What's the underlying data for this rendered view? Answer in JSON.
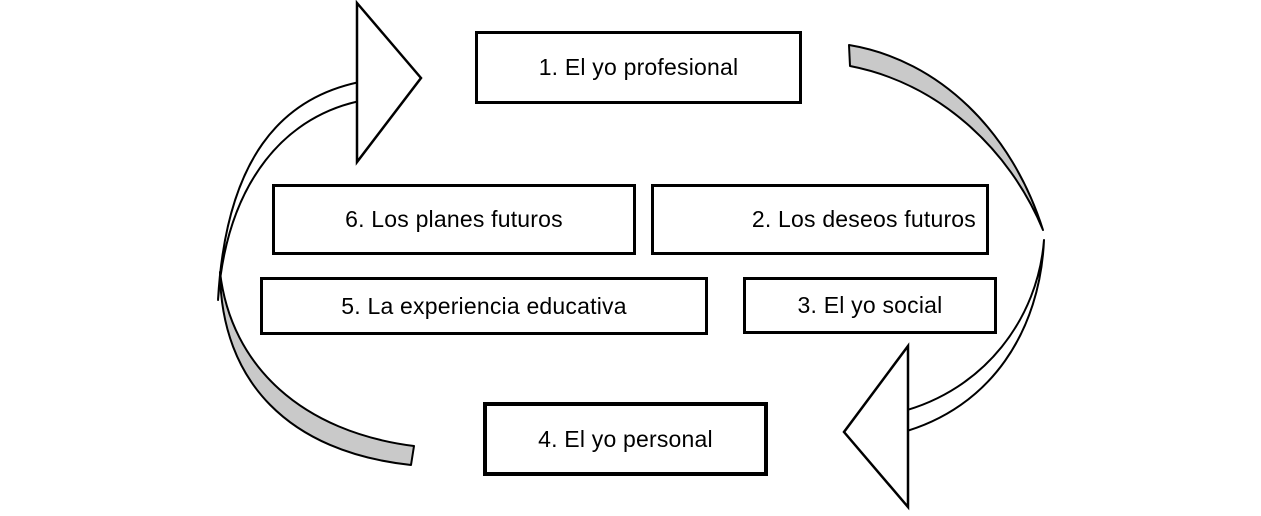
{
  "diagram": {
    "description": "Circular flow diagram of six self/future dimensions connected by two curved cycle arrows",
    "boxes": [
      {
        "id": "1",
        "label": "1. El yo profesional"
      },
      {
        "id": "2",
        "label": "2. Los deseos futuros"
      },
      {
        "id": "3",
        "label": "3. El yo social"
      },
      {
        "id": "4",
        "label": "4. El yo personal"
      },
      {
        "id": "5",
        "label": "5. La experiencia educativa"
      },
      {
        "id": "6",
        "label": "6. Los planes futuros"
      }
    ],
    "arrows": [
      {
        "name": "left-cycle-arrow",
        "direction": "up-right toward box 1"
      },
      {
        "name": "right-cycle-arrow",
        "direction": "down-left toward box 4"
      }
    ],
    "colors": {
      "background": "#ffffff",
      "outline": "#000000",
      "arrow_shade": "#c9c9c9",
      "box_fill": "#ffffff",
      "text": "#000000"
    }
  }
}
